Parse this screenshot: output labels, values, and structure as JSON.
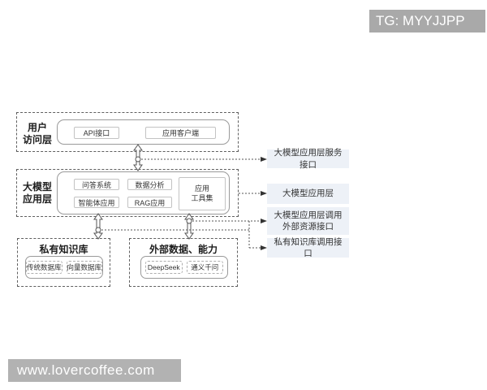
{
  "badge": {
    "text": "TG: MYYJJPP"
  },
  "watermark": {
    "text": "www.lovercoffee.com"
  },
  "colors": {
    "interface_label_bg": "#edf1f7",
    "badge_bg": "#a9a9a9",
    "watermark_bg": "#b2b2b2",
    "connector": "#555555"
  },
  "diagram": {
    "user_layer": {
      "title_line1": "用户",
      "title_line2": "访问层",
      "api_box": "API接口",
      "client_box": "应用客户端"
    },
    "app_layer": {
      "title_line1": "大模型",
      "title_line2": "应用层",
      "qa_box": "问答系统",
      "analysis_box": "数据分析",
      "agent_box": "智能体应用",
      "rag_box": "RAG应用",
      "toolset_line1": "应用",
      "toolset_line2": "工具集"
    },
    "knowledge_layer": {
      "title": "私有知识库",
      "traditional_db": "传统数据库",
      "vector_db": "向量数据库"
    },
    "external_layer": {
      "title": "外部数据、能力",
      "deepseek": "DeepSeek",
      "qwen": "通义千问"
    },
    "interface_labels": {
      "service_api": "大模型应用层服务接口",
      "app_layer_label": "大模型应用层",
      "external_call_api": "大模型应用层调用外部资源接口",
      "knowledge_call_api": "私有知识库调用接口"
    }
  }
}
